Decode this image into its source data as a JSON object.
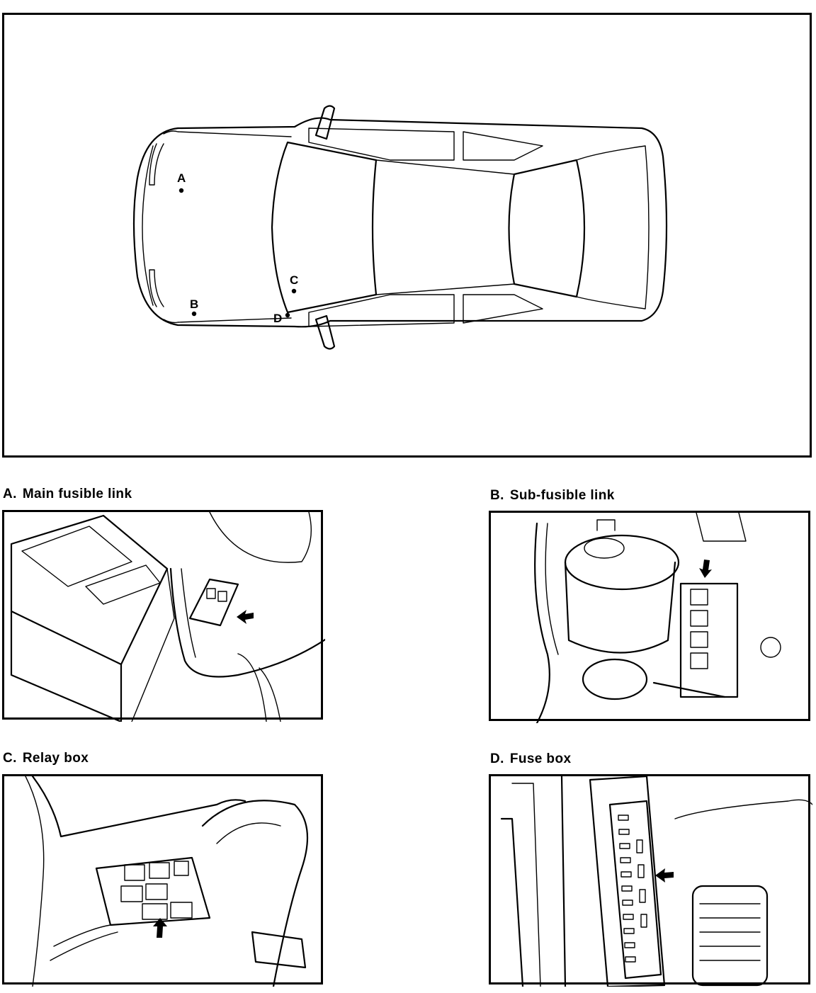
{
  "overview": {
    "locations": [
      {
        "key": "A",
        "label": "A"
      },
      {
        "key": "B",
        "label": "B"
      },
      {
        "key": "C",
        "label": "C"
      },
      {
        "key": "D",
        "label": "D"
      }
    ]
  },
  "panels": [
    {
      "letter": "A.",
      "title": "Main fusible link"
    },
    {
      "letter": "B.",
      "title": "Sub-fusible link"
    },
    {
      "letter": "C.",
      "title": "Relay box"
    },
    {
      "letter": "D.",
      "title": "Fuse box"
    }
  ],
  "colors": {
    "ink": "#000000",
    "paper": "#ffffff"
  }
}
